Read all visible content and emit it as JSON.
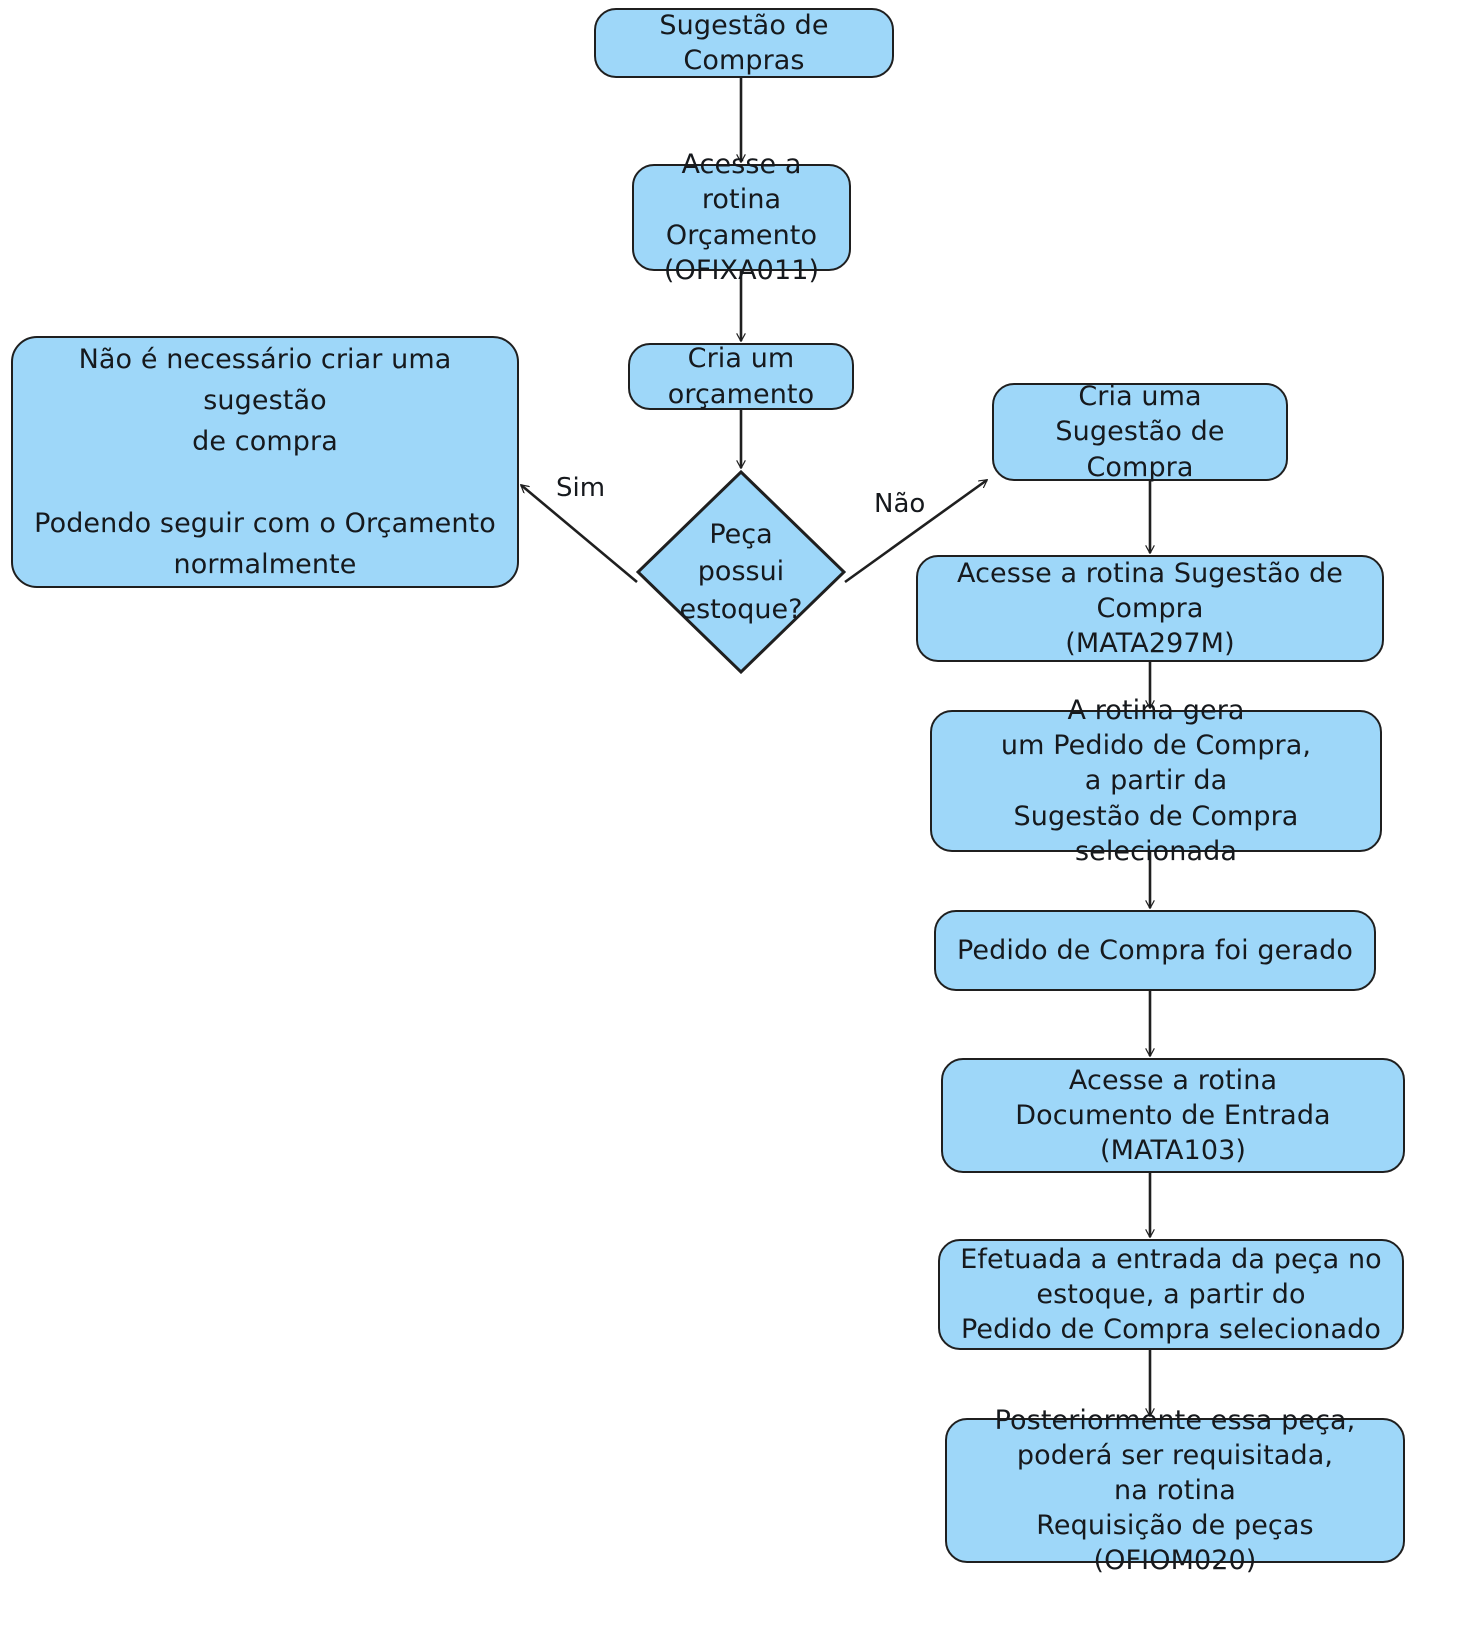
{
  "diagram": {
    "title": "Sugestão de Compras",
    "type": "flowchart",
    "colors": {
      "node_fill": "#9ed7f9",
      "node_stroke": "#1f1f1f",
      "text": "#16191d",
      "background": "#ffffff"
    },
    "nodes": [
      {
        "id": "start",
        "shape": "rounded-rect",
        "label": "Sugestão de Compras"
      },
      {
        "id": "acesse-orcamento",
        "shape": "rounded-rect",
        "label": "Acesse a rotina\nOrçamento\n(OFIXA011)"
      },
      {
        "id": "cria-orcamento",
        "shape": "rounded-rect",
        "label": "Cria um\norçamento"
      },
      {
        "id": "peca-estoque",
        "shape": "diamond",
        "label": "Peça\npossui\nestoque?"
      },
      {
        "id": "nao-necessario",
        "shape": "rounded-rect",
        "label": "Não é necessário criar uma sugestão\nde compra\n\nPodendo seguir com o Orçamento\nnormalmente"
      },
      {
        "id": "cria-sugestao",
        "shape": "rounded-rect",
        "label": "Cria uma\nSugestão de Compra"
      },
      {
        "id": "acesse-sugestao",
        "shape": "rounded-rect",
        "label": "Acesse a rotina Sugestão de Compra\n(MATA297M)"
      },
      {
        "id": "rotina-gera-pedido",
        "shape": "rounded-rect",
        "label": "A rotina gera\num Pedido de Compra,\na partir da\nSugestão de Compra selecionada"
      },
      {
        "id": "pedido-gerado",
        "shape": "rounded-rect",
        "label": "Pedido de Compra foi gerado"
      },
      {
        "id": "acesse-documento-entrada",
        "shape": "rounded-rect",
        "label": "Acesse a rotina\nDocumento de Entrada\n(MATA103)"
      },
      {
        "id": "entrada-efetuada",
        "shape": "rounded-rect",
        "label": "Efetuada a entrada da peça no\nestoque, a partir do\nPedido de Compra selecionado"
      },
      {
        "id": "posteriormente",
        "shape": "rounded-rect",
        "label": "Posteriormente essa peça,\npoderá ser requisitada,\nna rotina\nRequisição de peças (OFIOM020)"
      }
    ],
    "edge_labels": {
      "sim": "Sim",
      "nao": "Não"
    }
  }
}
